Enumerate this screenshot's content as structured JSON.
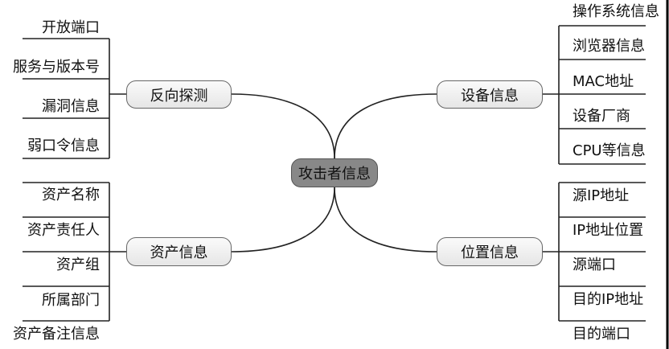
{
  "center": "攻击者信息",
  "branches": {
    "reverse_probe": {
      "label": "反向探测",
      "items": [
        "开放端口",
        "服务与版本号",
        "漏洞信息",
        "弱口令信息"
      ]
    },
    "asset_info": {
      "label": "资产信息",
      "items": [
        "资产名称",
        "资产责任人",
        "资产组",
        "所属部门",
        "资产备注信息"
      ]
    },
    "device_info": {
      "label": "设备信息",
      "items": [
        "操作系统信息",
        "浏览器信息",
        "MAC地址",
        "设备厂商",
        "CPU等信息"
      ]
    },
    "location_info": {
      "label": "位置信息",
      "items": [
        "源IP地址",
        "IP地址位置",
        "源端口",
        "目的IP地址",
        "目的端口"
      ]
    }
  }
}
